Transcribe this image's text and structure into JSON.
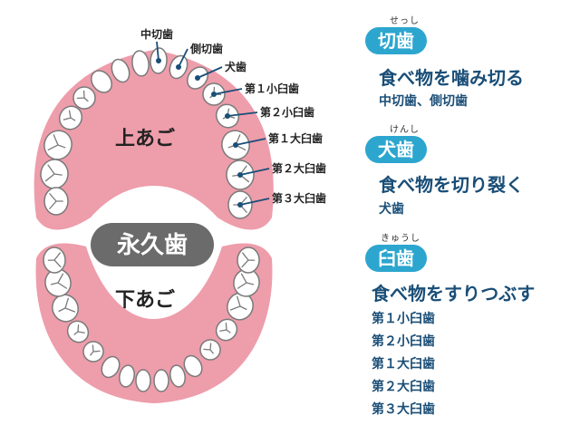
{
  "center_label": "永久歯",
  "upper_jaw": "上あご",
  "lower_jaw": "下あご",
  "tooth_labels": [
    "中切歯",
    "側切歯",
    "犬歯",
    "第１小臼歯",
    "第２小臼歯",
    "第１大臼歯",
    "第２大臼歯",
    "第３大臼歯"
  ],
  "sections": [
    {
      "ruby": "せっし",
      "title": "切歯",
      "function": "食べ物を噛み切る",
      "members": "中切歯、側切歯"
    },
    {
      "ruby": "けんし",
      "title": "犬歯",
      "function": "食べ物を切り裂く",
      "members": "犬歯"
    },
    {
      "ruby": "きゅうし",
      "title": "臼歯",
      "function": "食べ物をすりつぶす",
      "members_list": [
        "第１小臼歯",
        "第２小臼歯",
        "第１大臼歯",
        "第２大臼歯",
        "第３大臼歯"
      ]
    }
  ],
  "colors": {
    "gum": "#ee9dab",
    "tooth": "#ffffff",
    "tooth_outline": "#7a7a7a",
    "accent": "#2ca6cf",
    "text_dark": "#1a4e77",
    "badge": "#6b6b6b"
  }
}
